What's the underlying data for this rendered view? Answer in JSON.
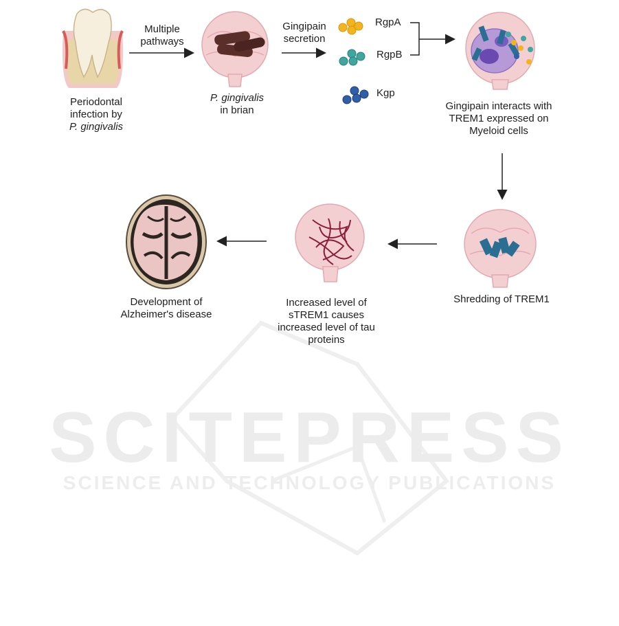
{
  "labels": {
    "tooth_line1": "Periodontal",
    "tooth_line2": "infection by",
    "tooth_line3": "P. gingivalis",
    "arrow1_line1": "Multiple",
    "arrow1_line2": "pathways",
    "brain1_line1": "P. gingivalis",
    "brain1_line2": "in brian",
    "arrow2_line1": "Gingipain",
    "arrow2_line2": "secretion",
    "rgpa": "RgpA",
    "rgpb": "RgpB",
    "kgp": "Kgp",
    "myeloid_line1": "Gingipain interacts with",
    "myeloid_line2": "TREM1 expressed on",
    "myeloid_line3": "Myeloid cells",
    "shred": "Shredding of TREM1",
    "tau_line1": "Increased level of",
    "tau_line2": "sTREM1 causes",
    "tau_line3": "increased level of tau",
    "tau_line4": "proteins",
    "ad_line1": "Development of",
    "ad_line2": "Alzheimer's disease"
  },
  "watermark": {
    "title": "SCITEPRESS",
    "subtitle": "SCIENCE AND TECHNOLOGY PUBLICATIONS"
  },
  "colors": {
    "brain": "#f4cfd2",
    "brain_fold": "#e3a9b0",
    "bacteria": "#5a2f2a",
    "rgpa": "#f2b51f",
    "rgpb": "#3fa6a0",
    "kgp": "#2f5fa8",
    "trem1": "#2b6e93",
    "tau": "#8b1f3a"
  }
}
